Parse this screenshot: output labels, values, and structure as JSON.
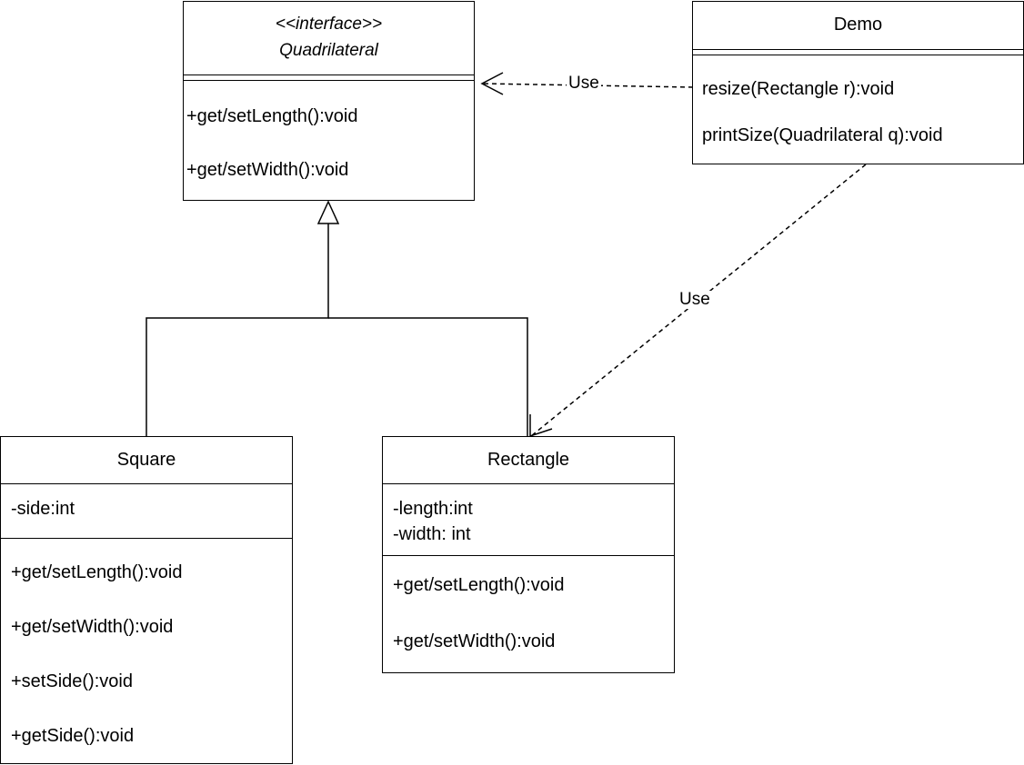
{
  "classes": {
    "quadrilateral": {
      "stereotype": "<<interface>>",
      "name": "Quadrilateral",
      "methods": [
        "+get/setLength():void",
        "+get/setWidth():void"
      ]
    },
    "demo": {
      "name": "Demo",
      "methods": [
        "resize(Rectangle r):void",
        "printSize(Quadrilateral q):void"
      ]
    },
    "square": {
      "name": "Square",
      "attributes": [
        "-side:int"
      ],
      "methods": [
        "+get/setLength():void",
        "+get/setWidth():void",
        "+setSide():void",
        "+getSide():void"
      ]
    },
    "rectangle": {
      "name": "Rectangle",
      "attributes": [
        "-length:int",
        "-width: int"
      ],
      "methods": [
        "+get/setLength():void",
        "+get/setWidth():void"
      ]
    }
  },
  "relations": {
    "demo_to_quadrilateral": "Use",
    "demo_to_rectangle": "Use"
  }
}
